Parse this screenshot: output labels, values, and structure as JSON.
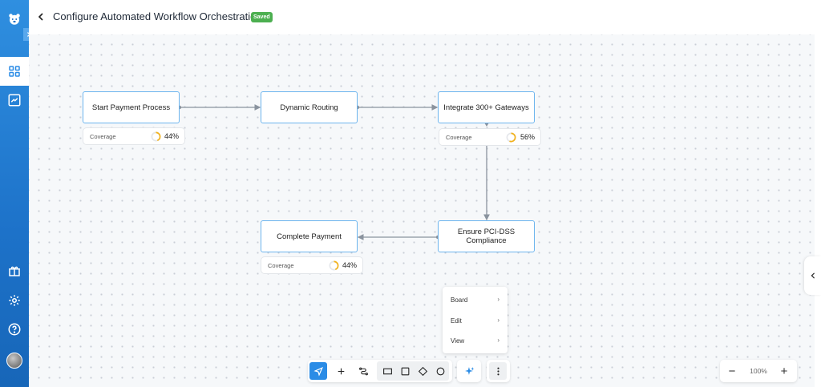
{
  "header": {
    "title": "Configure Automated Workflow Orchestration",
    "status_badge": "Saved"
  },
  "sidebar": {
    "items": [
      {
        "icon": "bear-logo-icon"
      },
      {
        "icon": "dashboard-grid-icon",
        "active": true
      },
      {
        "icon": "trending-up-icon"
      },
      {
        "icon": "gift-icon"
      },
      {
        "icon": "gear-icon"
      },
      {
        "icon": "help-circle-icon"
      },
      {
        "icon": "avatar"
      }
    ]
  },
  "nodes": [
    {
      "id": "start",
      "label": "Start Payment Process",
      "coverage_label": "Coverage",
      "coverage_percent": "44%",
      "coverage_value": 0.44
    },
    {
      "id": "routing",
      "label": "Dynamic Routing"
    },
    {
      "id": "gateways",
      "label": "Integrate 300+ Gateways",
      "coverage_label": "Coverage",
      "coverage_percent": "56%",
      "coverage_value": 0.56
    },
    {
      "id": "pci",
      "label": "Ensure PCI-DSS Compliance"
    },
    {
      "id": "complete",
      "label": "Complete Payment",
      "coverage_label": "Coverage",
      "coverage_percent": "44%",
      "coverage_value": 0.44
    }
  ],
  "menu": {
    "items": [
      {
        "label": "Board",
        "chevron": "›"
      },
      {
        "label": "Edit",
        "chevron": "›"
      },
      {
        "label": "View",
        "chevron": "›"
      }
    ]
  },
  "toolbar": {
    "tools": [
      "select-cursor-icon",
      "plus-icon",
      "connector-icon",
      "rectangle-icon",
      "square-icon",
      "diamond-icon",
      "circle-icon",
      "ai-sparkle-icon",
      "more-vertical-icon"
    ],
    "active_tool": "select-cursor-icon"
  },
  "zoom": {
    "minus": "−",
    "level": "100%",
    "plus": "+"
  },
  "colors": {
    "accent": "#2b8ce6",
    "sidebar": "#1d72c9",
    "node_border": "#6cb4ee",
    "coverage_ring": "#f2b21c",
    "badge": "#4caf50",
    "edge": "#8a939e"
  }
}
